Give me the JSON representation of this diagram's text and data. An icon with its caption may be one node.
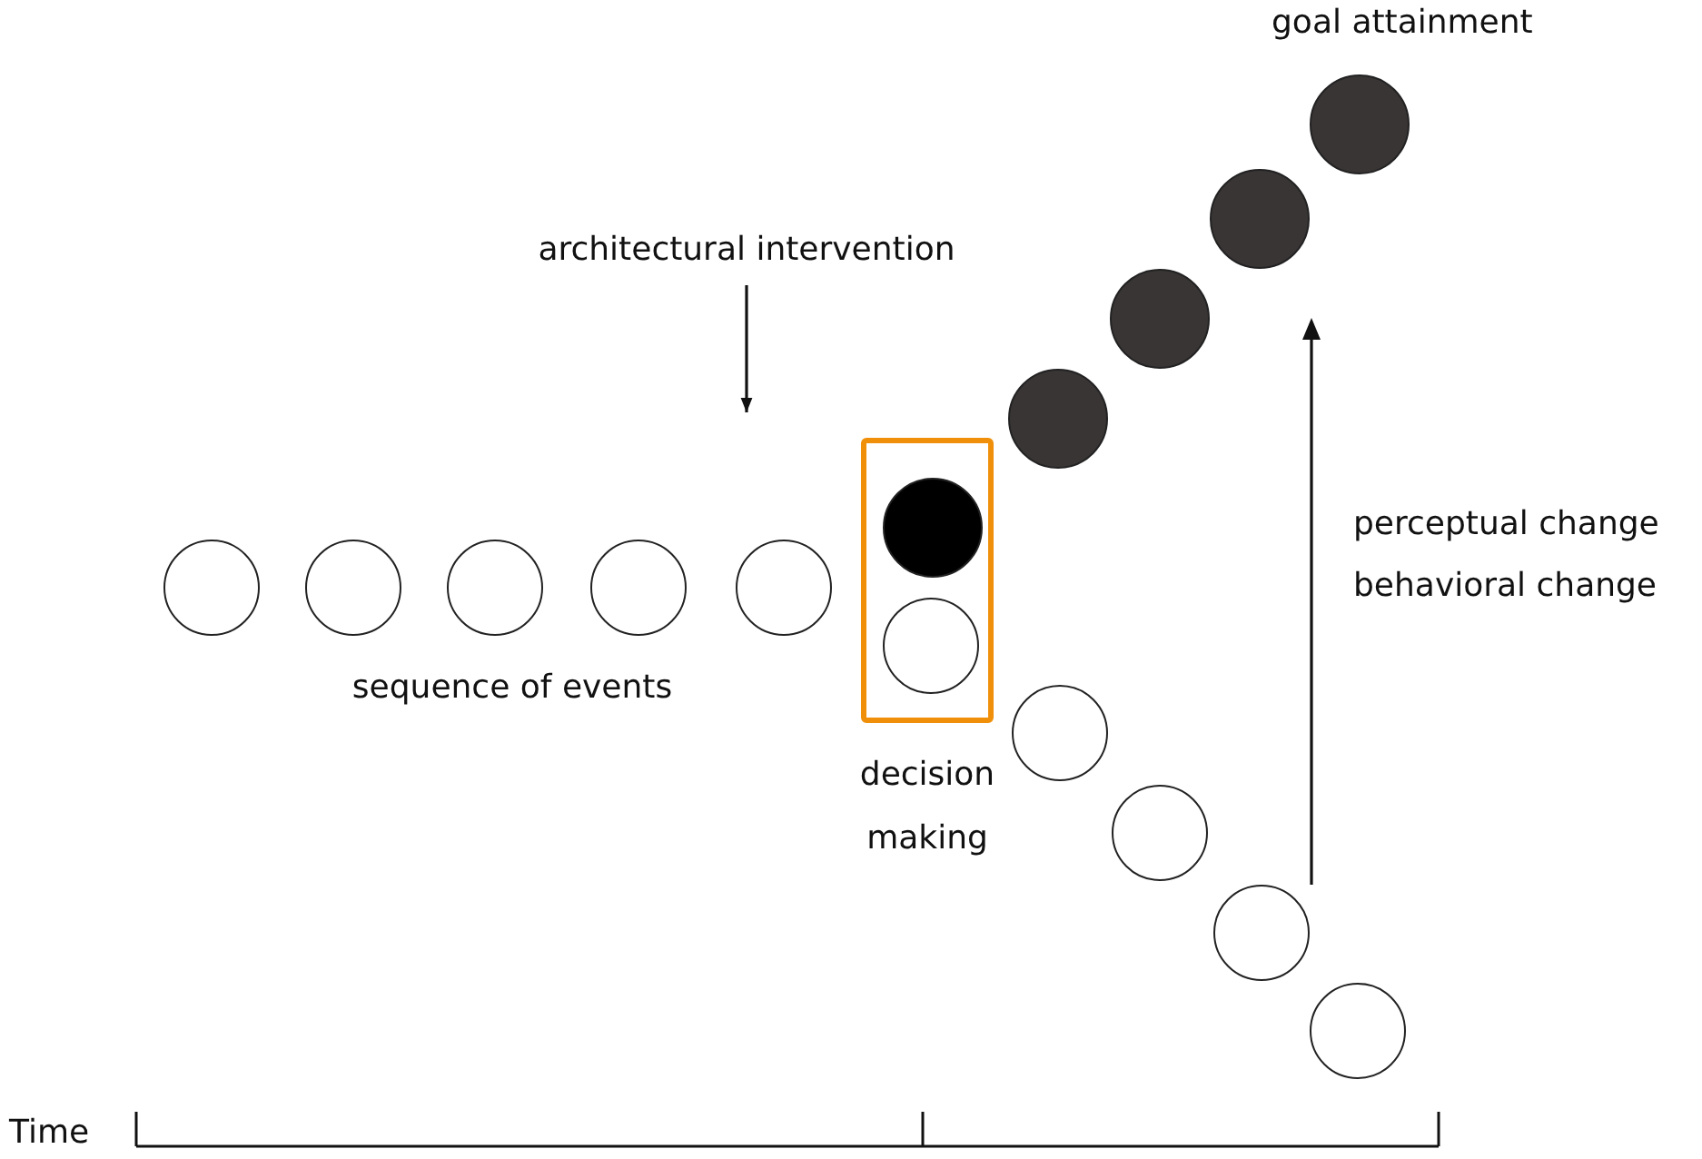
{
  "diagram": {
    "nodes": [
      {
        "text": [
          "architectural intervention"
        ]
      },
      {
        "text": [],
        "shape": "box",
        "beside": [
          "decision making"
        ]
      },
      {
        "text": [],
        "shape": "circle",
        "in": 1
      },
      {
        "text": [],
        "shape": "circle",
        "in": 1
      },
      {
        "text": [],
        "shape": "circle"
      },
      {
        "text": [],
        "shape": "circle"
      },
      {
        "text": [],
        "shape": "circle"
      },
      {
        "text": [],
        "shape": "circle"
      },
      {
        "text": [],
        "shape": "circle"
      },
      {
        "text": [],
        "shape": "circle"
      },
      {
        "text": [],
        "shape": "circle"
      },
      {
        "text": [],
        "shape": "circle"
      },
      {
        "text": [],
        "shape": "circle"
      },
      {
        "text": [],
        "shape": "circle"
      },
      {
        "text": [],
        "shape": "circle"
      },
      {
        "text": [],
        "shape": "circle"
      },
      {
        "text": [],
        "shape": "circle"
      }
    ],
    "edges": [
      {
        "from": 0,
        "to": 1,
        "arrow": "to"
      }
    ],
    "labels": [
      "goal attainment",
      "perceptual change",
      "behavioral change",
      "sequence of events",
      "Time"
    ]
  }
}
